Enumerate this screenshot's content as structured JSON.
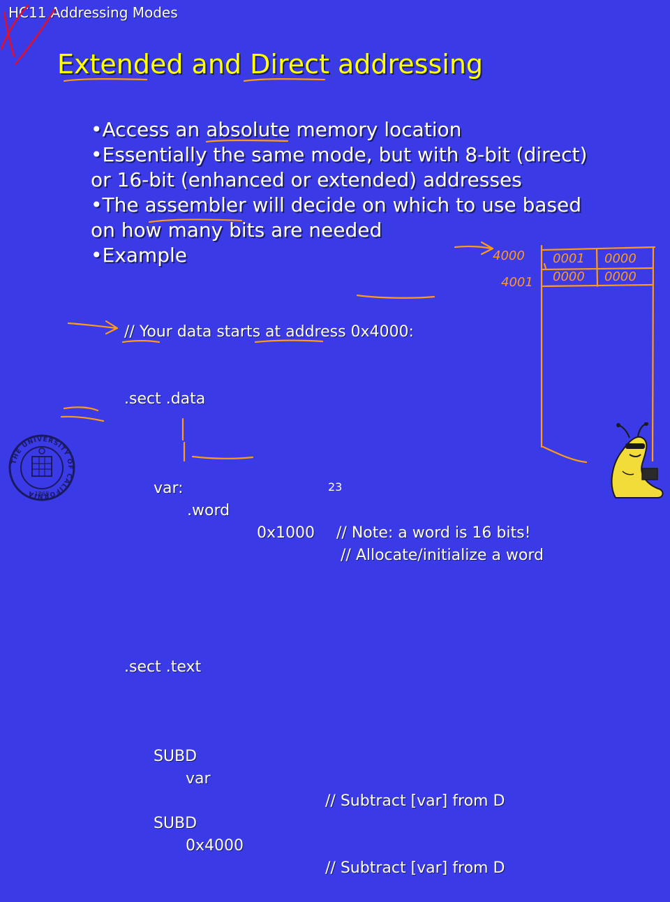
{
  "header": {
    "section_label": "HC11 Addressing Modes"
  },
  "title": "Extended and Direct addressing",
  "bullets": [
    {
      "lines": [
        "•Access an absolute memory location"
      ]
    },
    {
      "lines": [
        "•Essentially the same mode, but with 8-bit (direct)",
        "or 16-bit (enhanced or extended) addresses"
      ]
    },
    {
      "lines": [
        "•The assembler will decide on which to use based",
        "on how many bits are needed"
      ]
    },
    {
      "lines": [
        "•Example"
      ]
    }
  ],
  "code": {
    "comment_line": "// Your data starts at address 0x4000:",
    "sect_data": ".sect .data",
    "var_label": "var:",
    "word_directive": ".word",
    "word_value": "0x1000",
    "alloc_comment": "// Allocate/initialize a word",
    "note_comment": "// Note: a word is 16 bits!",
    "sect_text": ".sect .text",
    "sub1_op": "SUBD",
    "sub1_arg": "var",
    "sub1_comment": "// Subtract [var] from D",
    "sub2_op": "SUBD",
    "sub2_arg": "0x4000",
    "sub2_comment": "// Subtract [var] from D"
  },
  "handwriting": {
    "addr_top": "4000",
    "addr_second": "4001",
    "cell_top_left": "0001",
    "cell_top_right": "0000",
    "cell_second_left": "0000",
    "cell_second_right": "0000"
  },
  "seal": {
    "ring_text": "THE UNIVERSITY OF CALIFORNIA",
    "year": "1868"
  },
  "page_number": "23",
  "colors": {
    "background": "#3a3ae6",
    "title": "#ffff00",
    "body_text": "#ffffff",
    "ink": "#ff9a1a",
    "red_ink": "#e0102a"
  }
}
